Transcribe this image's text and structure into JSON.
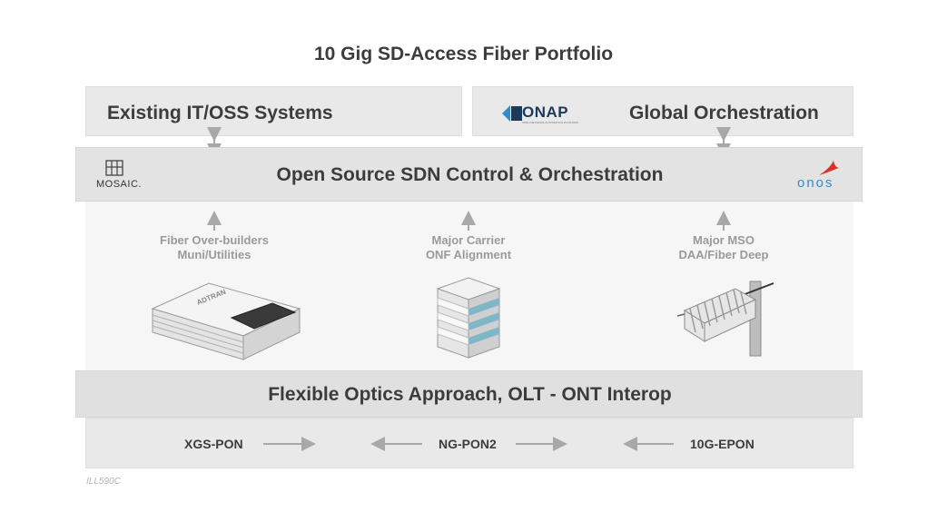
{
  "title": "10 Gig SD-Access Fiber Portfolio",
  "top_left_box": {
    "label": "Existing IT/OSS Systems"
  },
  "top_right_box": {
    "label": "Global Orchestration",
    "logo_text": "ONAP",
    "logo_subtext": "OPEN NETWORK AUTOMATION PLATFORM"
  },
  "control_bar": {
    "label": "Open Source SDN Control & Orchestration",
    "left_logo_text": "MOSAIC.",
    "right_logo_text": "onos"
  },
  "segments": [
    {
      "line1": "Fiber Over-builders",
      "line2": "Muni/Utilities",
      "device": "olt-chassis"
    },
    {
      "line1": "Major Carrier",
      "line2": "ONF Alignment",
      "device": "server-stack"
    },
    {
      "line1": "Major MSO",
      "line2": "DAA/Fiber Deep",
      "device": "pole-node"
    }
  ],
  "device_brand": "ADTRAN",
  "optics_bar": {
    "label": "Flexible Optics Approach, OLT - ONT Interop"
  },
  "pon_types": [
    {
      "label": "XGS-PON",
      "arrows": "right"
    },
    {
      "label": "NG-PON2",
      "arrows": "both"
    },
    {
      "label": "10G-EPON",
      "arrows": "left"
    }
  ],
  "footnote": "ILL590C",
  "colors": {
    "box_fill": "#e9e9e9",
    "bar_fill": "#e0e0e0",
    "arrow": "#a8a8a8",
    "onap_blue": "#1b3a5c",
    "onos_blue": "#2a8fd0",
    "onos_red": "#d8322b"
  }
}
